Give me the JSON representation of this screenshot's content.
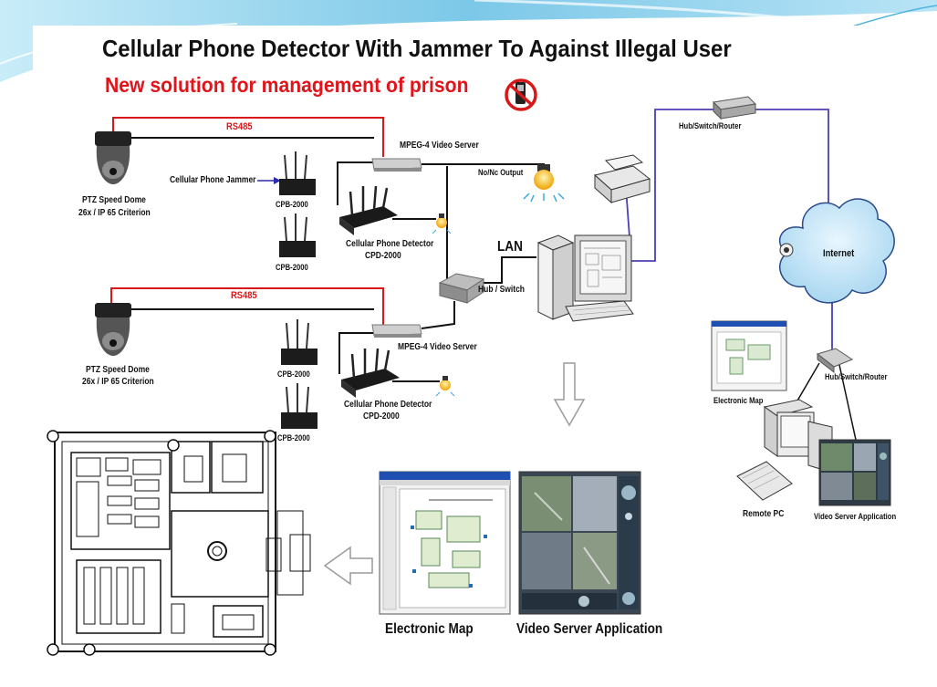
{
  "title": "Cellular Phone Detector With Jammer To Against Illegal User",
  "subtitle": "New solution for management of prison",
  "colors": {
    "title": "#111111",
    "subtitle": "#e0141a",
    "rs485_line": "#d81818",
    "network_line": "#4a3fb5",
    "background_wave": "#7cc8e8"
  },
  "icons": [
    "no-phone-icon",
    "ptz-camera-icon",
    "jammer-icon",
    "detector-icon",
    "video-server-icon",
    "alarm-light-icon",
    "printer-icon",
    "desktop-pc-icon",
    "router-icon",
    "cloud-icon",
    "webcam-icon",
    "arrow-down-icon",
    "arrow-left-icon"
  ],
  "labels": {
    "rs485_top": "RS485",
    "rs485_bottom": "RS485",
    "mpeg_top": "MPEG-4 Video Server",
    "mpeg_bottom": "MPEG-4 Video Server",
    "nonc": "No/Nc Output",
    "jammer": "Cellular Phone Jammer",
    "cpb1": "CPB-2000",
    "cpb2": "CPB-2000",
    "cpb3": "CPB-2000",
    "cpb4": "CPB-2000",
    "ptz1_line1": "PTZ Speed Dome",
    "ptz1_line2": "26x / IP 65 Criterion",
    "ptz2_line1": "PTZ Speed Dome",
    "ptz2_line2": "26x / IP 65 Criterion",
    "detector1_line1": "Cellular Phone Detector",
    "detector1_line2": "CPD-2000",
    "detector2_line1": "Cellular Phone Detector",
    "detector2_line2": "CPD-2000",
    "lan": "LAN",
    "hub_switch": "Hub / Switch",
    "hub_router_top": "Hub/Switch/Router",
    "hub_router_right": "Hub/Switch/Router",
    "internet": "Internet",
    "electronic_map_small": "Electronic Map",
    "remote_pc": "Remote PC",
    "video_server_app_small": "Video Server Application",
    "electronic_map_big": "Electronic Map",
    "video_server_app_big": "Video Server Application"
  }
}
